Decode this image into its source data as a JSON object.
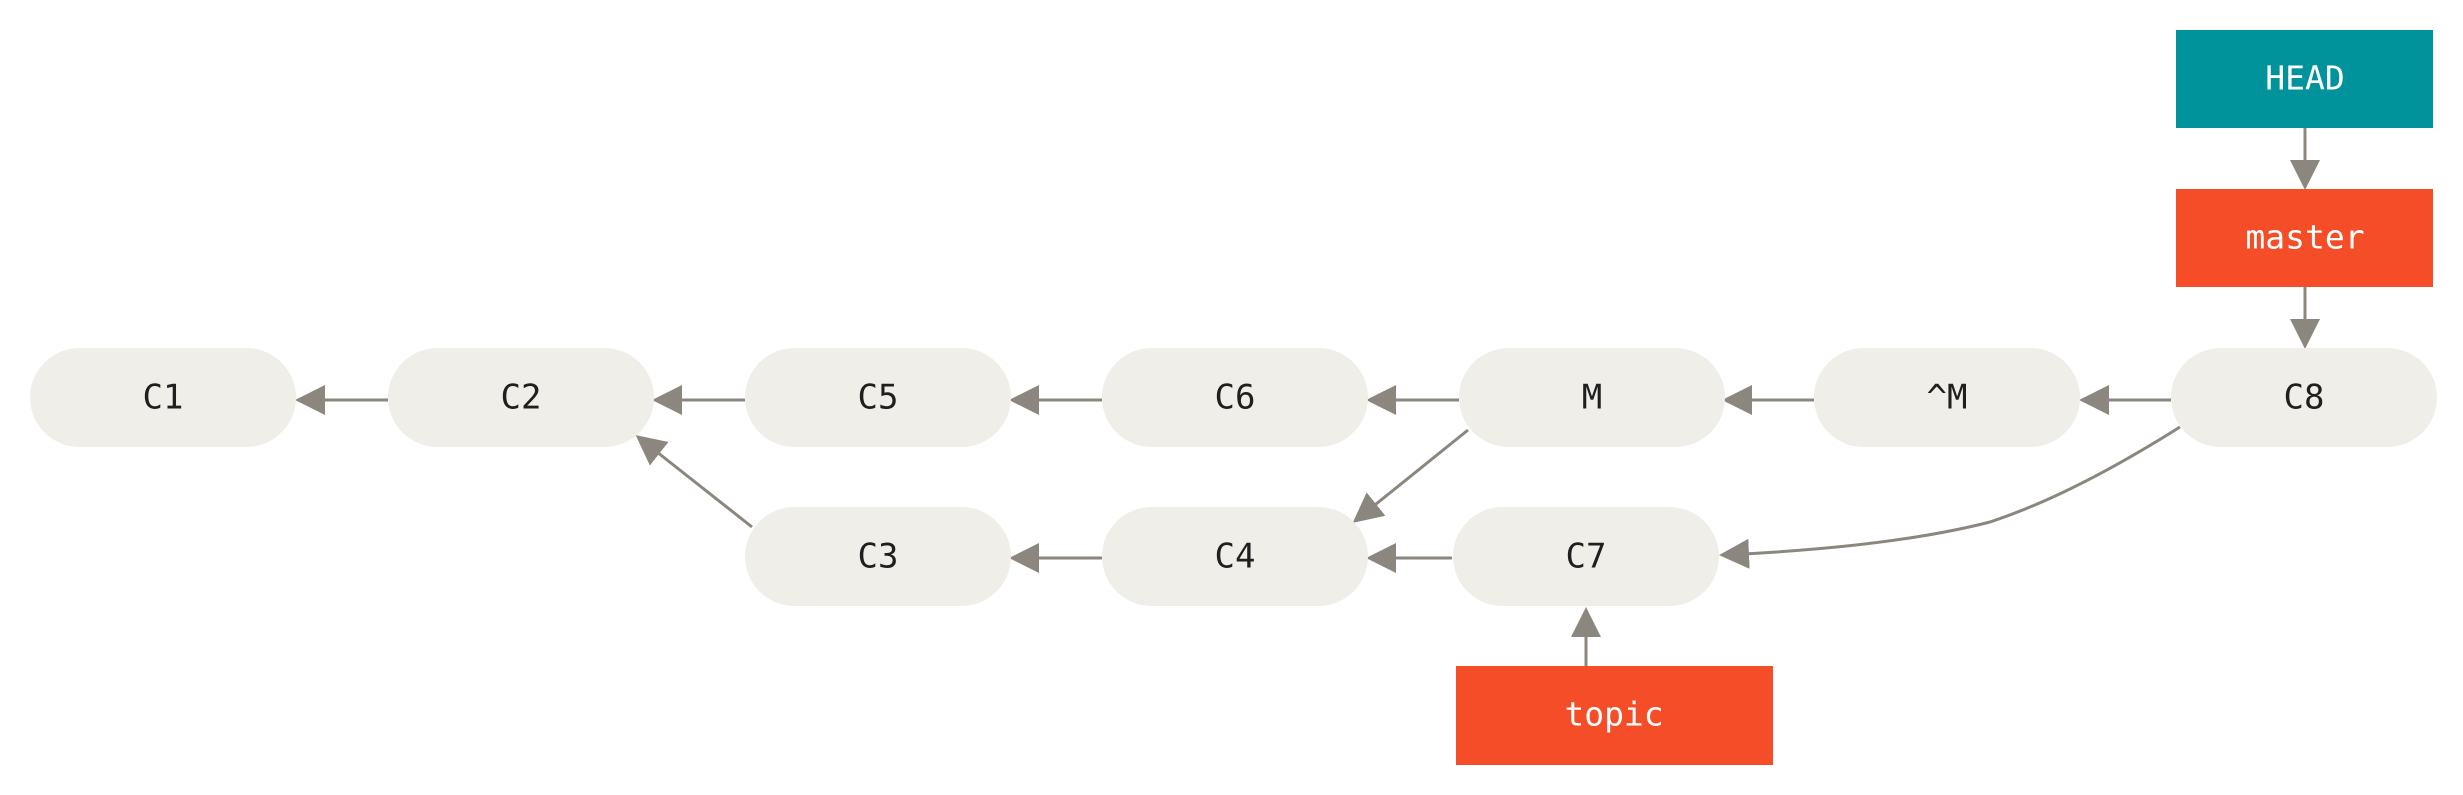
{
  "colors": {
    "commit_fill": "#efeee8",
    "commit_text": "#1f1f1f",
    "edge": "#8b877f",
    "head_fill": "#00939c",
    "branch_fill": "#f44d27",
    "ref_text": "#ffffff"
  },
  "commits": {
    "c1": "C1",
    "c2": "C2",
    "c5": "C5",
    "c6": "C6",
    "m": "M",
    "m_revert": "^M",
    "c8": "C8",
    "c3": "C3",
    "c4": "C4",
    "c7": "C7"
  },
  "refs": {
    "head": "HEAD",
    "master": "master",
    "topic": "topic"
  }
}
